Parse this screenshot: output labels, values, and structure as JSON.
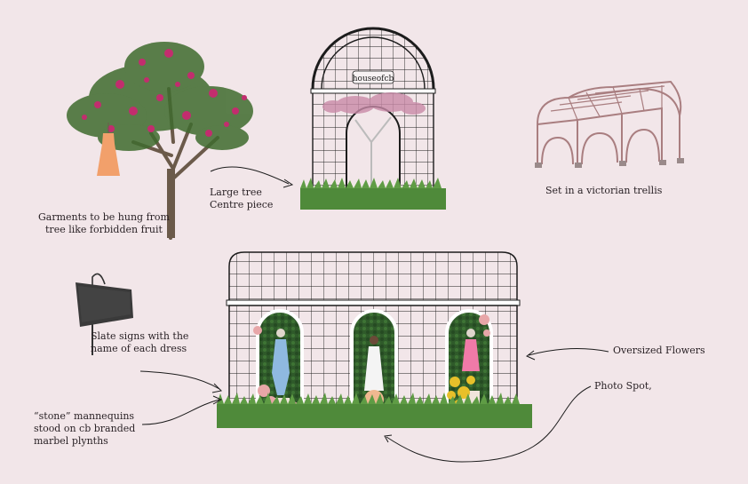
{
  "brand": {
    "sign_text": "houseofcb"
  },
  "labels": {
    "garments": "Garments to be hung from\ntree like forbidden fruit",
    "large_tree": "Large tree\nCentre piece",
    "victorian": "Set in a victorian trellis",
    "slate": "Slate signs with the\nname of each dress",
    "oversized_flowers": "Oversized Flowers",
    "photo_spot": "Photo Spot,",
    "mannequins": "“stone” mannequins\nstood on cb branded\nmarbel plynths"
  },
  "colors": {
    "background": "#f2e6e9",
    "blossom": "#c22d6e",
    "foliage": "#3f6b2e",
    "trellis_line": "#1c1c1c",
    "pink_trellis": "#c9a2a2",
    "hedge": "#2f5a2a",
    "dress_orange": "#f2a06b",
    "dress_blue": "#8fb9e0",
    "dress_white": "#f4f4f4",
    "dress_pink": "#f07aa8",
    "flowers_yellow": "#e8c02a"
  }
}
